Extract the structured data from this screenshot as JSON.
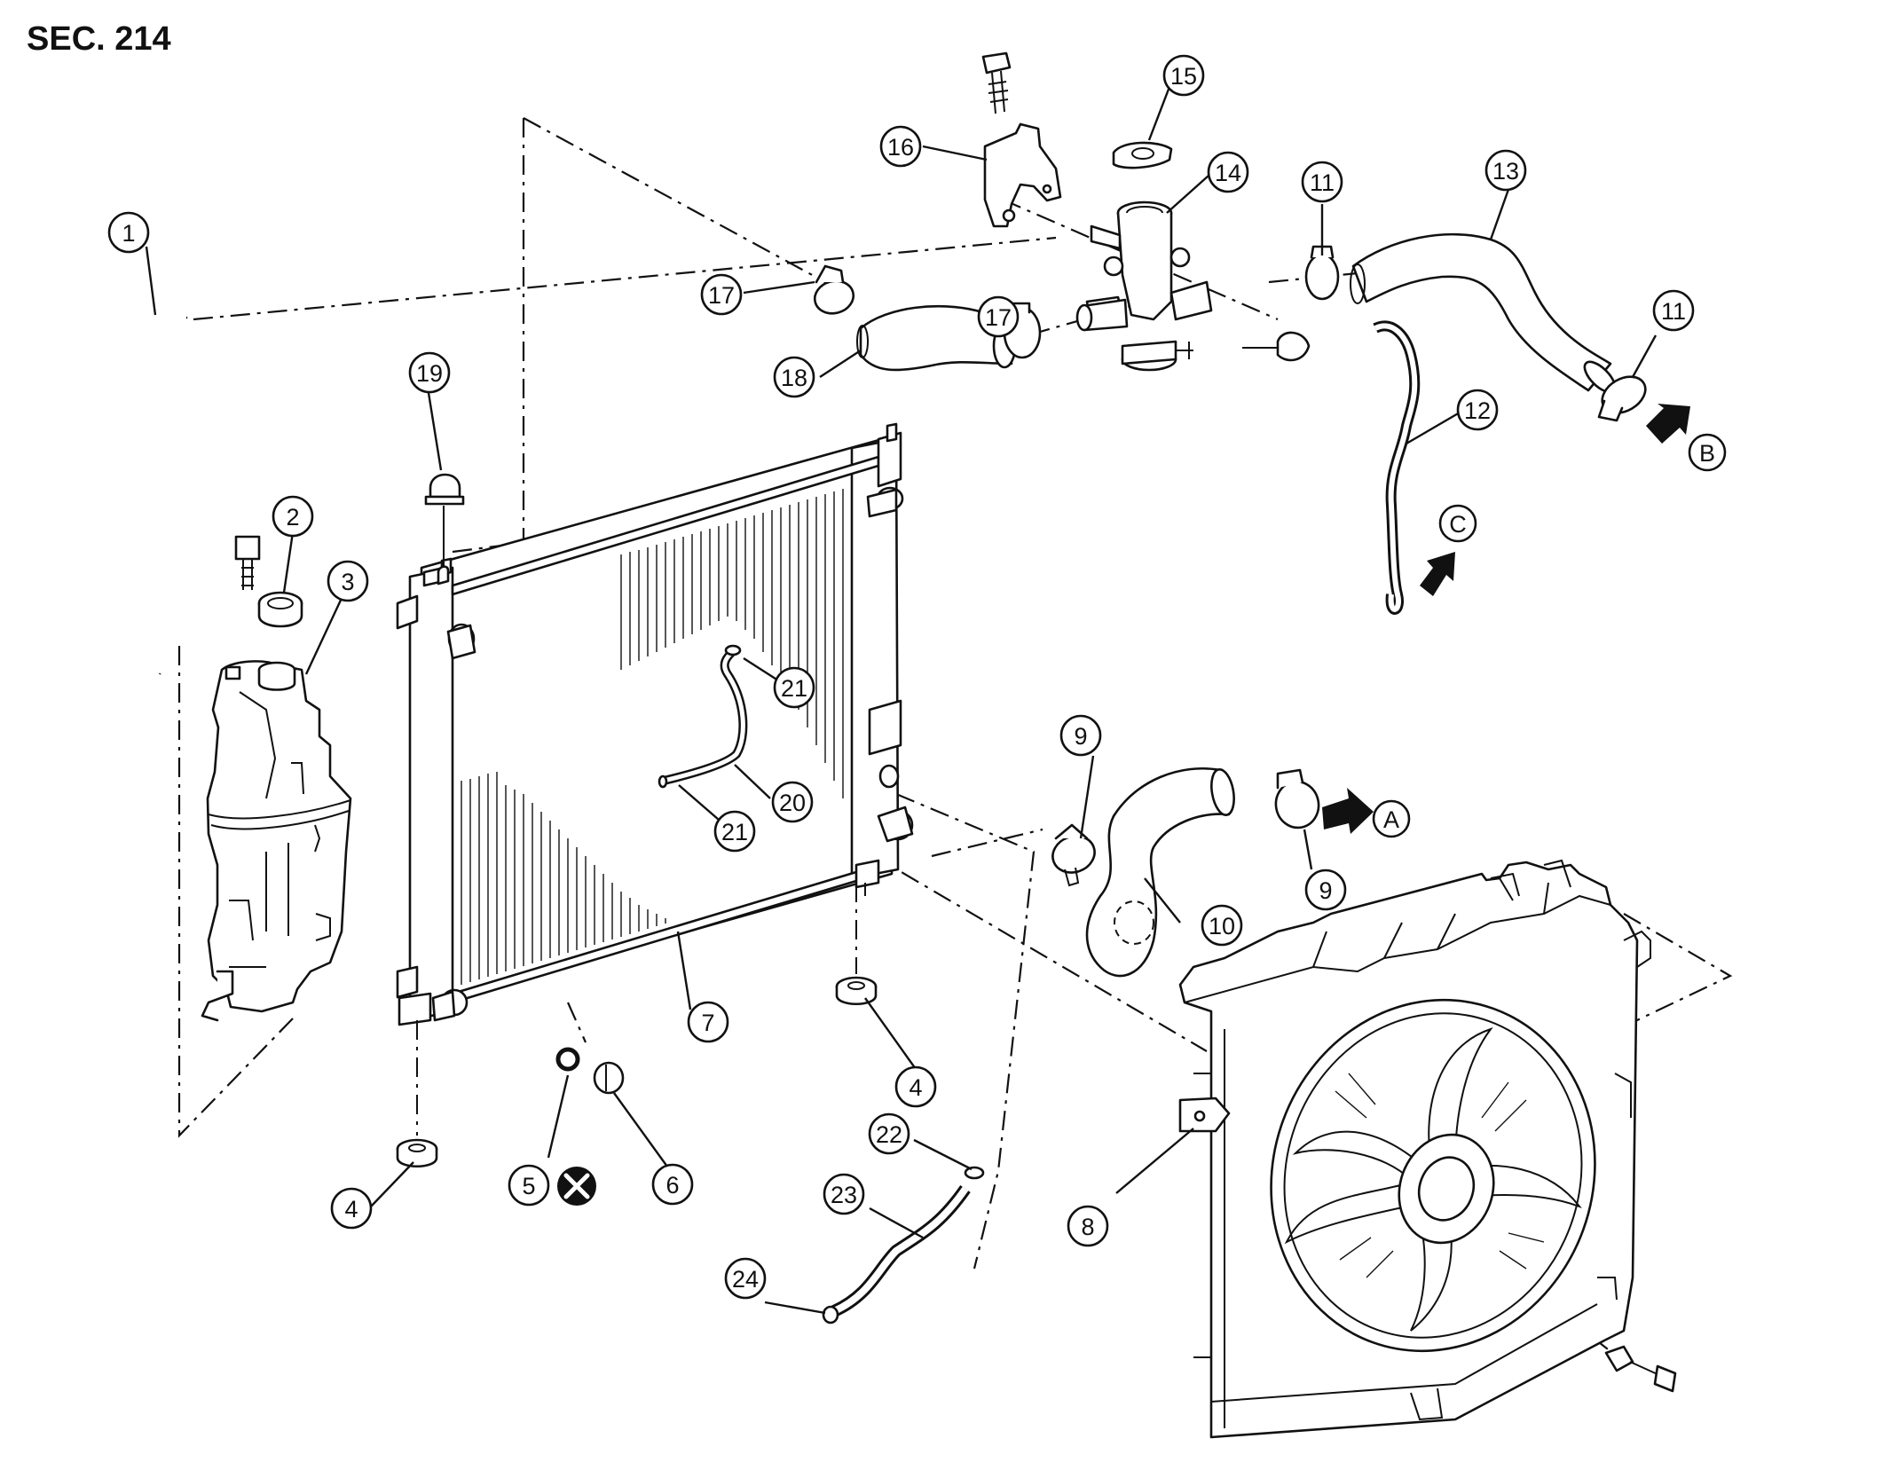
{
  "section_label": "SEC. 214",
  "callouts": [
    {
      "id": "c1",
      "text": "1"
    },
    {
      "id": "c2",
      "text": "2"
    },
    {
      "id": "c3",
      "text": "3"
    },
    {
      "id": "c4a",
      "text": "4"
    },
    {
      "id": "c4b",
      "text": "4"
    },
    {
      "id": "c5",
      "text": "5"
    },
    {
      "id": "c6",
      "text": "6"
    },
    {
      "id": "c7",
      "text": "7"
    },
    {
      "id": "c8",
      "text": "8"
    },
    {
      "id": "c9a",
      "text": "9"
    },
    {
      "id": "c9b",
      "text": "9"
    },
    {
      "id": "c10",
      "text": "10"
    },
    {
      "id": "c11a",
      "text": "11"
    },
    {
      "id": "c11b",
      "text": "11"
    },
    {
      "id": "c12",
      "text": "12"
    },
    {
      "id": "c13",
      "text": "13"
    },
    {
      "id": "c14",
      "text": "14"
    },
    {
      "id": "c15",
      "text": "15"
    },
    {
      "id": "c16",
      "text": "16"
    },
    {
      "id": "c17a",
      "text": "17"
    },
    {
      "id": "c17b",
      "text": "17"
    },
    {
      "id": "c18",
      "text": "18"
    },
    {
      "id": "c19",
      "text": "19"
    },
    {
      "id": "c20",
      "text": "20"
    },
    {
      "id": "c21a",
      "text": "21"
    },
    {
      "id": "c21b",
      "text": "21"
    },
    {
      "id": "c22",
      "text": "22"
    },
    {
      "id": "c23",
      "text": "23"
    },
    {
      "id": "c24",
      "text": "24"
    }
  ],
  "references": [
    {
      "id": "refA",
      "text": "A"
    },
    {
      "id": "refB",
      "text": "B"
    },
    {
      "id": "refC",
      "text": "C"
    }
  ],
  "symbols": {
    "do_not_reuse": "x-circle-icon"
  }
}
